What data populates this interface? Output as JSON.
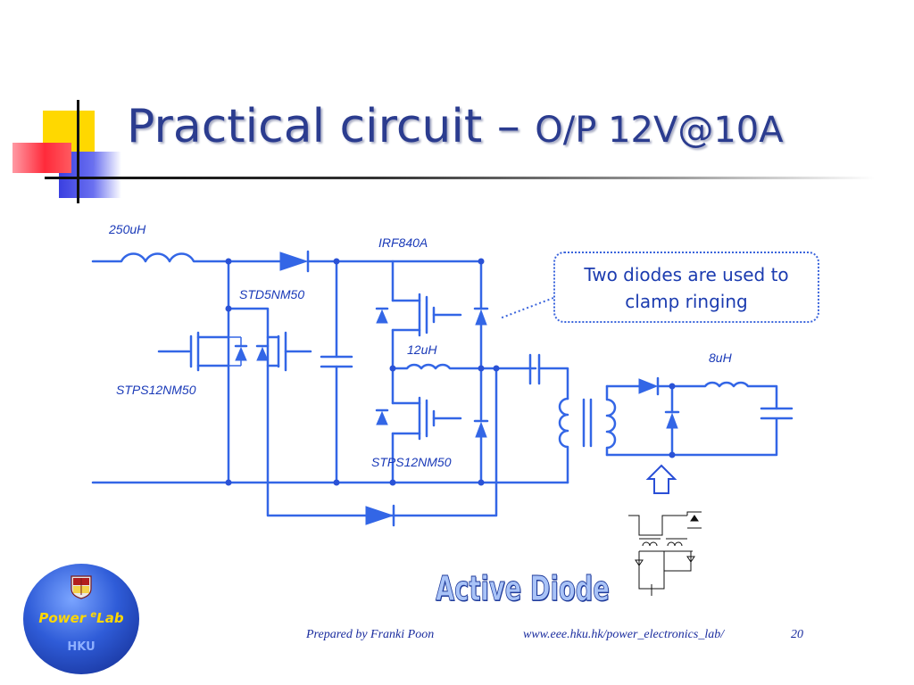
{
  "slide": {
    "title_main": "Practical circuit – ",
    "title_sub": "O/P 12V@10A"
  },
  "circuit": {
    "labels": {
      "inductor_input": "250uH",
      "mosfet_top": "IRF840A",
      "mosfet_std": "STD5NM50",
      "inductor_mid": "12uH",
      "inductor_out": "8uH",
      "diode_left": "STPS12NM50",
      "diode_bottom": "STPS12NM50"
    }
  },
  "callout": {
    "line1": "Two diodes are used to",
    "line2": "clamp ringing"
  },
  "active_diode": "Active Diode",
  "logo": {
    "name_prefix": "Power ",
    "name_sup": "e",
    "name_suffix": "Lab",
    "org": "HKU"
  },
  "footer": {
    "prepared_by": "Prepared by Franki Poon",
    "url": "www.eee.hku.hk/power_electronics_lab/",
    "page": "20"
  }
}
